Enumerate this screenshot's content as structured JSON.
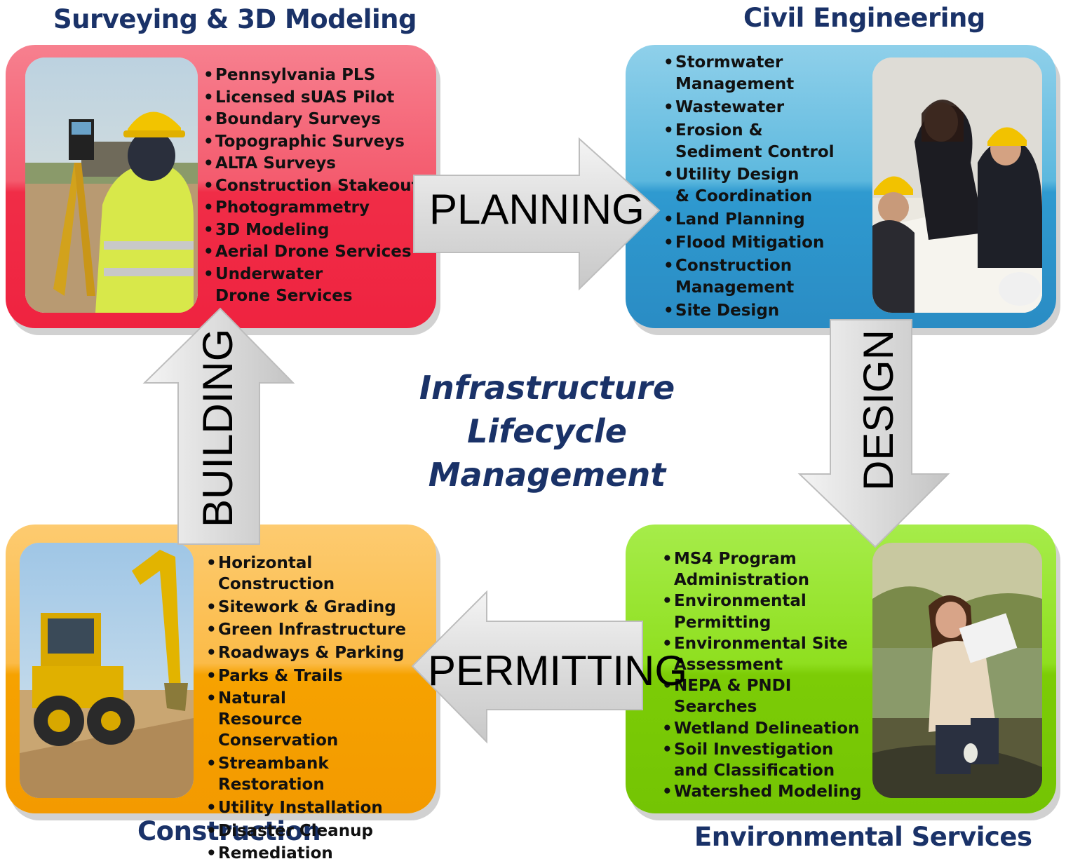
{
  "title": {
    "line1": "Infrastructure",
    "line2": "Lifecycle",
    "line3": "Management"
  },
  "quadrants": {
    "surveying": {
      "heading": "Surveying & 3D Modeling",
      "items": [
        "Pennsylvania PLS",
        "Licensed sUAS Pilot",
        "Boundary Surveys",
        "Topographic Surveys",
        "ALTA Surveys",
        "Construction Stakeout",
        "Photogrammetry",
        "3D Modeling",
        "Aerial Drone Services",
        "Underwater Drone Services"
      ]
    },
    "civil": {
      "heading": "Civil Engineering",
      "items": [
        "Stormwater Management",
        "Wastewater",
        "Erosion & Sediment Control",
        "Utility Design & Coordination",
        "Land Planning",
        "Flood Mitigation",
        "Construction Management",
        "Site Design"
      ]
    },
    "construction": {
      "heading": "Construction",
      "items": [
        "Horizontal Construction",
        "Sitework & Grading",
        "Green Infrastructure",
        "Roadways & Parking",
        "Parks & Trails",
        "Natural Resource Conservation",
        "Streambank Restoration",
        "Utility Installation",
        "Disaster Cleanup",
        "Remediation"
      ]
    },
    "environmental": {
      "heading": "Environmental Services",
      "items": [
        "MS4 Program Administration",
        "Environmental Permitting",
        "Environmental Site Assessment",
        "NEPA & PNDI Searches",
        "Wetland Delineation",
        "Soil Investigation and Classification",
        "Watershed Modeling"
      ]
    }
  },
  "arrows": {
    "planning": "PLANNING",
    "design": "DESIGN",
    "permitting": "PERMITTING",
    "building": "BUILDING"
  },
  "colors": {
    "heading": "#1a3268",
    "red": "#ef2340",
    "blue": "#2f9ad0",
    "orange": "#f6a200",
    "green": "#7ccc06",
    "arrow": "#d8d8d8"
  }
}
